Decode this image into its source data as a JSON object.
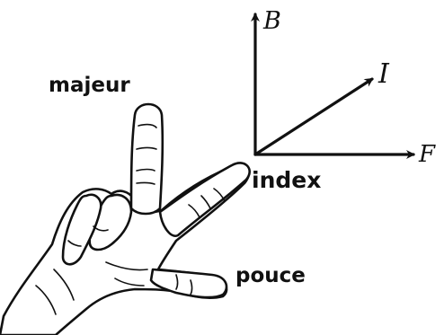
{
  "labels": {
    "middle_finger": "majeur",
    "index_finger": "index",
    "thumb": "pouce"
  },
  "vectors": {
    "B": "B",
    "I": "I",
    "F": "F"
  }
}
